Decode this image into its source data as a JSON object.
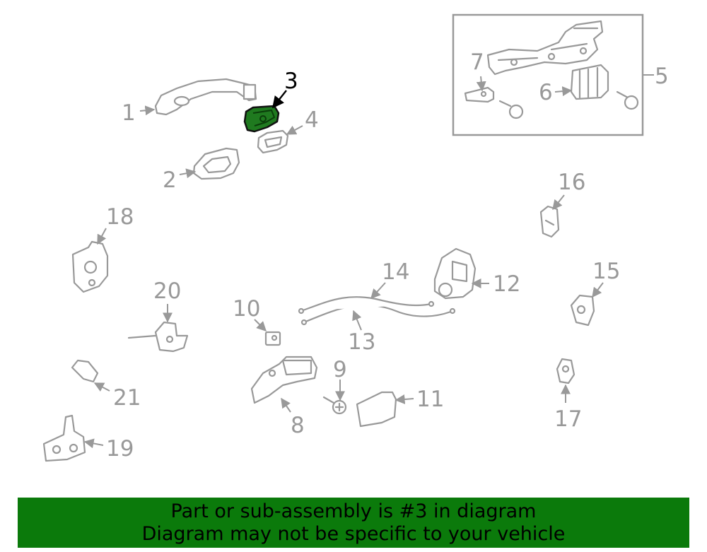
{
  "diagram": {
    "highlighted_part": "3",
    "callouts": {
      "c1": "1",
      "c2": "2",
      "c3": "3",
      "c4": "4",
      "c5": "5",
      "c6": "6",
      "c7": "7",
      "c8": "8",
      "c9": "9",
      "c10": "10",
      "c11": "11",
      "c12": "12",
      "c13": "13",
      "c14": "14",
      "c15": "15",
      "c16": "16",
      "c17": "17",
      "c18": "18",
      "c19": "19",
      "c20": "20",
      "c21": "21"
    },
    "colors": {
      "highlight": "#1f7a1f",
      "line": "#999999",
      "banner": "#0b7a0b"
    }
  },
  "banner": {
    "line1": "Part or sub-assembly is #3 in diagram",
    "line2": "Diagram may not be specific to your vehicle"
  }
}
